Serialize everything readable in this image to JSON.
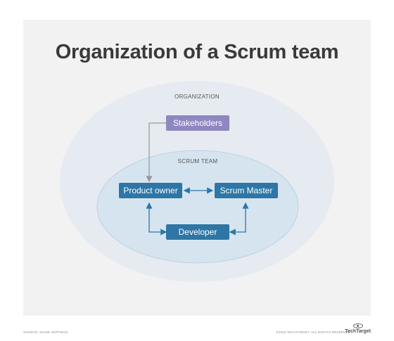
{
  "title": "Organization of a Scrum team",
  "outer_group": {
    "label": "ORGANIZATION"
  },
  "inner_group": {
    "label": "SCRUM TEAM"
  },
  "nodes": {
    "stakeholders": "Stakeholders",
    "product_owner": "Product owner",
    "scrum_master": "Scrum Master",
    "developer": "Developer"
  },
  "colors": {
    "outer_ellipse": "#e6ebf1",
    "inner_ellipse": "#d6e4f0",
    "stakeholder_box": "#8e87c0",
    "role_box": "#2e76a5",
    "connector_gray": "#999999",
    "connector_blue": "#2e76a5"
  },
  "footer": {
    "source": "SOURCE: DIANE HOFFMAN",
    "copyright": "©2023 TECHTARGET. ALL RIGHTS RESERVED",
    "brand": "TechTarget"
  }
}
